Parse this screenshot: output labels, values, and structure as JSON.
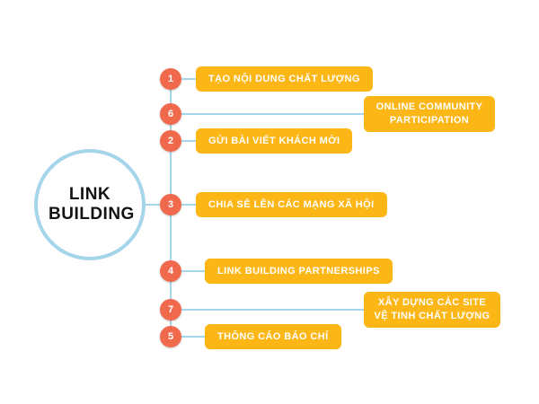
{
  "hub": {
    "title": "LINK BUILDING"
  },
  "items": [
    {
      "number": "1",
      "label": "TẠO NỘI DUNG CHẤT LƯỢNG"
    },
    {
      "number": "6",
      "label": "ONLINE COMMUNITY PARTICIPATION"
    },
    {
      "number": "2",
      "label": "GỬI BÀI VIẾT KHÁCH MỜI"
    },
    {
      "number": "3",
      "label": "CHIA SẺ LÊN CÁC MẠNG XÃ HỘI"
    },
    {
      "number": "4",
      "label": "LINK BUILDING PARTNERSHIPS"
    },
    {
      "number": "7",
      "label": "XÂY DỰNG CÁC SITE VỆ TINH CHẤT LƯỢNG"
    },
    {
      "number": "5",
      "label": "THÔNG CÁO BÁO CHÍ"
    }
  ],
  "colors": {
    "box": "#FCB615",
    "number": "#F0694C",
    "line": "#A5D5EA"
  }
}
